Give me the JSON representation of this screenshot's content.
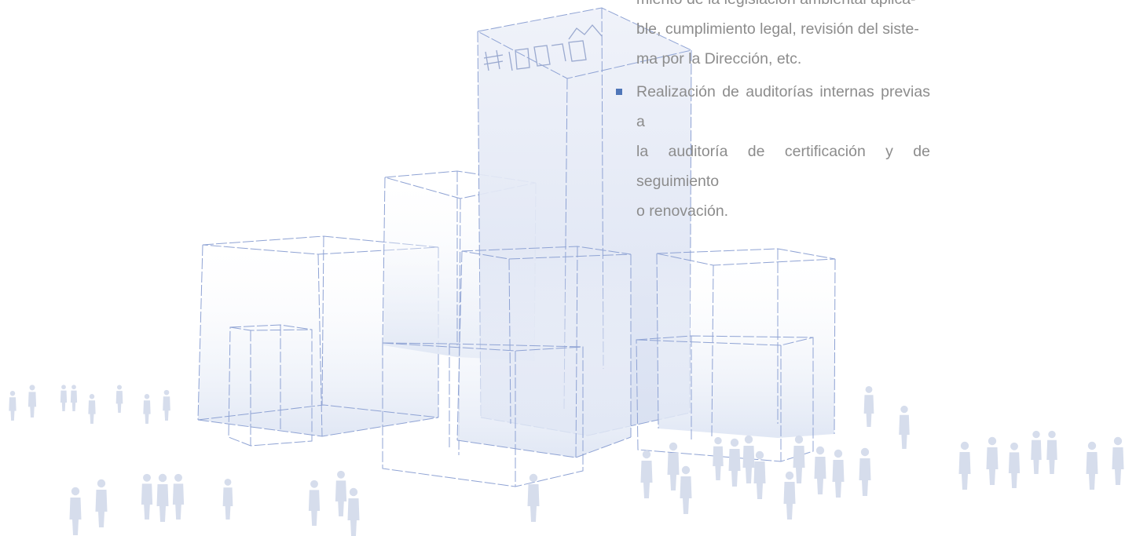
{
  "bullets": [
    {
      "lines": [
        "miento de la legislación ambiental aplica-",
        "ble, cumplimiento legal, revisión del siste-",
        "ma por la Dirección, etc."
      ],
      "has_marker": false
    },
    {
      "lines": [
        "Realización de auditorías internas previas a",
        "la auditoría de certificación y de seguimiento",
        "o renovación."
      ],
      "has_marker": true
    }
  ],
  "colors": {
    "bullet_marker": "#4f76b8",
    "body_text": "#8c8c8c",
    "wireframe": "#7e95cc",
    "people": "#d6ddec",
    "box_fill": "#dfe6f4"
  }
}
